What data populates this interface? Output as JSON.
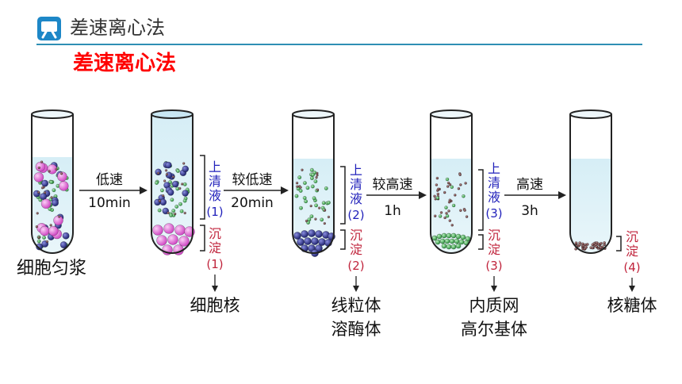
{
  "header": {
    "title": "差速离心法",
    "icon": "presentation-board-icon"
  },
  "subtitle": "差速离心法",
  "colors": {
    "accent_line": "#2f8fb4",
    "subtitle_red": "#ff0000",
    "supernatant_blue": "#2222bb",
    "sediment_red": "#c0243c",
    "nucleus_magenta": "#e060d8",
    "mito_navy": "#2b2f8c",
    "er_green": "#3ba84a",
    "ribosome_brown": "#6a3a3a"
  },
  "tubes": [
    {
      "bottom_label": "细胞匀浆"
    },
    {
      "supernatant": [
        "上",
        "清",
        "液",
        "(1)"
      ],
      "sediment": [
        "沉",
        "淀",
        "(1)"
      ],
      "product": [
        "细胞核"
      ]
    },
    {
      "supernatant": [
        "上",
        "清",
        "液",
        "(2)"
      ],
      "sediment": [
        "沉",
        "淀",
        "(2)"
      ],
      "product": [
        "线粒体",
        "溶酶体"
      ]
    },
    {
      "supernatant": [
        "上",
        "清",
        "液",
        "(3)"
      ],
      "sediment": [
        "沉",
        "淀",
        "(3)"
      ],
      "product": [
        "内质网",
        "高尔基体"
      ]
    },
    {
      "sediment": [
        "沉",
        "淀",
        "(4)"
      ],
      "product": [
        "核糖体"
      ]
    }
  ],
  "steps": [
    {
      "speed": "低速",
      "time": "10min"
    },
    {
      "speed": "较低速",
      "time": "20min"
    },
    {
      "speed": "较高速",
      "time": "1h"
    },
    {
      "speed": "高速",
      "time": "3h"
    }
  ]
}
